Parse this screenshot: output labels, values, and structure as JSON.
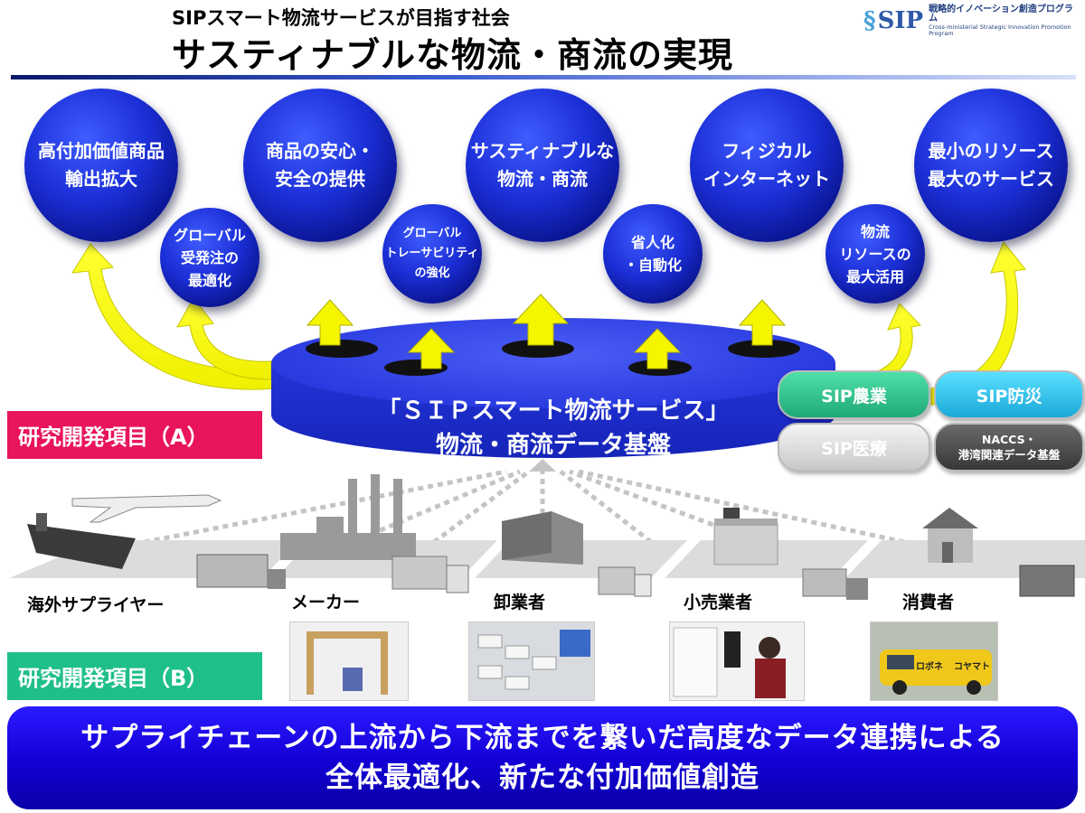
{
  "header": {
    "subtitle": "SIPスマート物流サービスが目指す社会",
    "title": "サスティナブルな物流・商流の実現"
  },
  "logo": {
    "mark": "SIP",
    "jp": "戦略的イノベーション創造プログラム",
    "en": "Cross-ministerial Strategic Innovation Promotion Program"
  },
  "goals_large": [
    {
      "line1": "高付加価値商品",
      "line2": "輸出拡大"
    },
    {
      "line1": "商品の安心・",
      "line2": "安全の提供"
    },
    {
      "line1": "サスティナブルな",
      "line2": "物流・商流"
    },
    {
      "line1": "フィジカル",
      "line2": "インターネット"
    },
    {
      "line1": "最小のリソース",
      "line2": "最大のサービス"
    }
  ],
  "goals_small": [
    {
      "line1": "グローバル",
      "line2": "受発注の",
      "line3": "最適化"
    },
    {
      "line1": "グローバル",
      "line2": "トレーサビリティ",
      "line3": "の強化"
    },
    {
      "line1": "省人化",
      "line2": "・自動化",
      "line3": ""
    },
    {
      "line1": "物流",
      "line2": "リソースの",
      "line3": "最大活用"
    }
  ],
  "platform": {
    "line1": "「ＳＩＰスマート物流サービス」",
    "line2": "物流・商流データ基盤"
  },
  "research": {
    "a": "研究開発項目（A）",
    "b": "研究開発項目（B）"
  },
  "linked_systems": {
    "agri": "SIP農業",
    "bousai": "SIP防災",
    "iryo": "SIP医療",
    "naccs_line1": "NACCS・",
    "naccs_line2": "港湾関連データ基盤"
  },
  "supply_chain": [
    "海外サプライヤー",
    "メーカー",
    "卸業者",
    "小売業者",
    "消費者"
  ],
  "photo_text": {
    "van_brand_left": "ロボネ",
    "van_brand_right": "コヤマト"
  },
  "banner": {
    "line1": "サプライチェーンの上流から下流までを繋いだ高度なデータ連携による",
    "line2": "全体最適化、新たな付加価値創造"
  },
  "colors": {
    "accent_blue": "#1b2fd6",
    "research_a": "#e8145e",
    "research_b": "#1fbf8a",
    "arrow_yellow": "#f5f500"
  }
}
